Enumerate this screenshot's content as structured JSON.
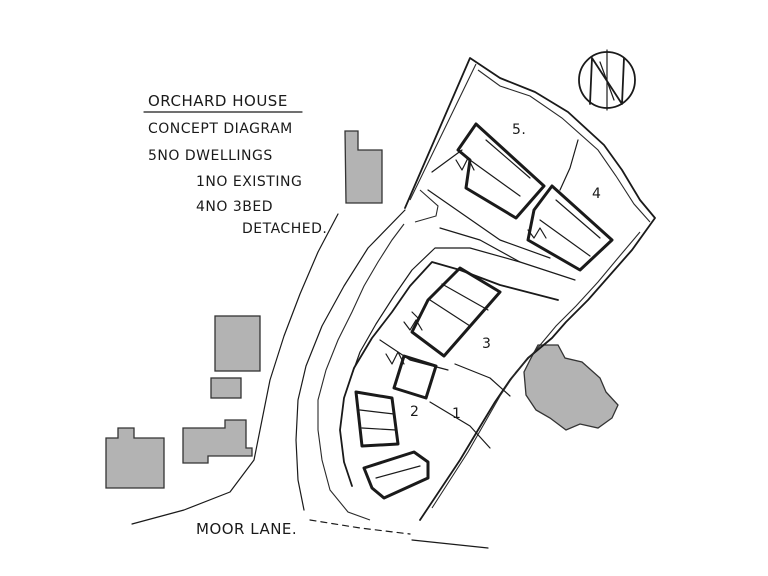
{
  "notes": {
    "title": "ORCHARD HOUSE",
    "subtitle": "CONCEPT DIAGRAM",
    "line1": "5NO DWELLINGS",
    "line2": "1NO EXISTING",
    "line3": "4NO 3BED",
    "line4": "DETACHED."
  },
  "plots": [
    "5.",
    "4",
    "3",
    "2",
    "1"
  ],
  "road": {
    "label": "MOOR LANE."
  },
  "north_arrow": {
    "icon": "north-arrow-icon"
  },
  "colors": {
    "ink": "#1a1a1a",
    "neighbour_fill": "#b3b3b3",
    "paper": "#ffffff"
  }
}
